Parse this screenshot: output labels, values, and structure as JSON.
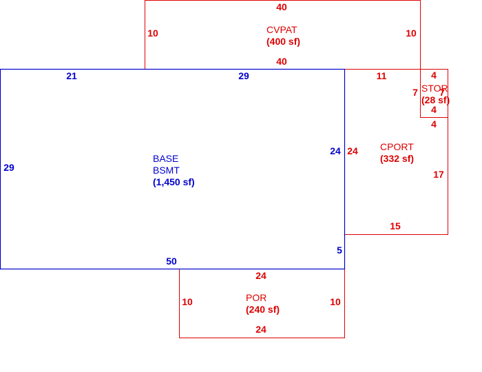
{
  "colors": {
    "base": "#0000cc",
    "addition": "#dd0000",
    "background": "#ffffff"
  },
  "areas": {
    "base": {
      "name": "BASE",
      "sub": "BSMT",
      "area": "(1,450 sf)",
      "dims": {
        "top_left": "21",
        "top_right": "29",
        "left": "29",
        "bottom": "50",
        "right_upper": "24",
        "right_lower": "5"
      }
    },
    "cvpat": {
      "name": "CVPAT",
      "area": "(400 sf)",
      "dims": {
        "top": "40",
        "bottom": "40",
        "left": "10",
        "right": "10"
      }
    },
    "cport": {
      "name": "CPORT",
      "area": "(332 sf)",
      "dims": {
        "top": "11",
        "left": "24",
        "right": "17",
        "right_top": "4",
        "bottom": "15"
      }
    },
    "stor": {
      "name": "STOR",
      "area": "(28 sf)",
      "dims": {
        "top": "4",
        "bottom": "4",
        "left": "7",
        "right": "7"
      }
    },
    "por": {
      "name": "POR",
      "area": "(240 sf)",
      "dims": {
        "top": "24",
        "bottom": "24",
        "left": "10",
        "right": "10"
      }
    }
  }
}
